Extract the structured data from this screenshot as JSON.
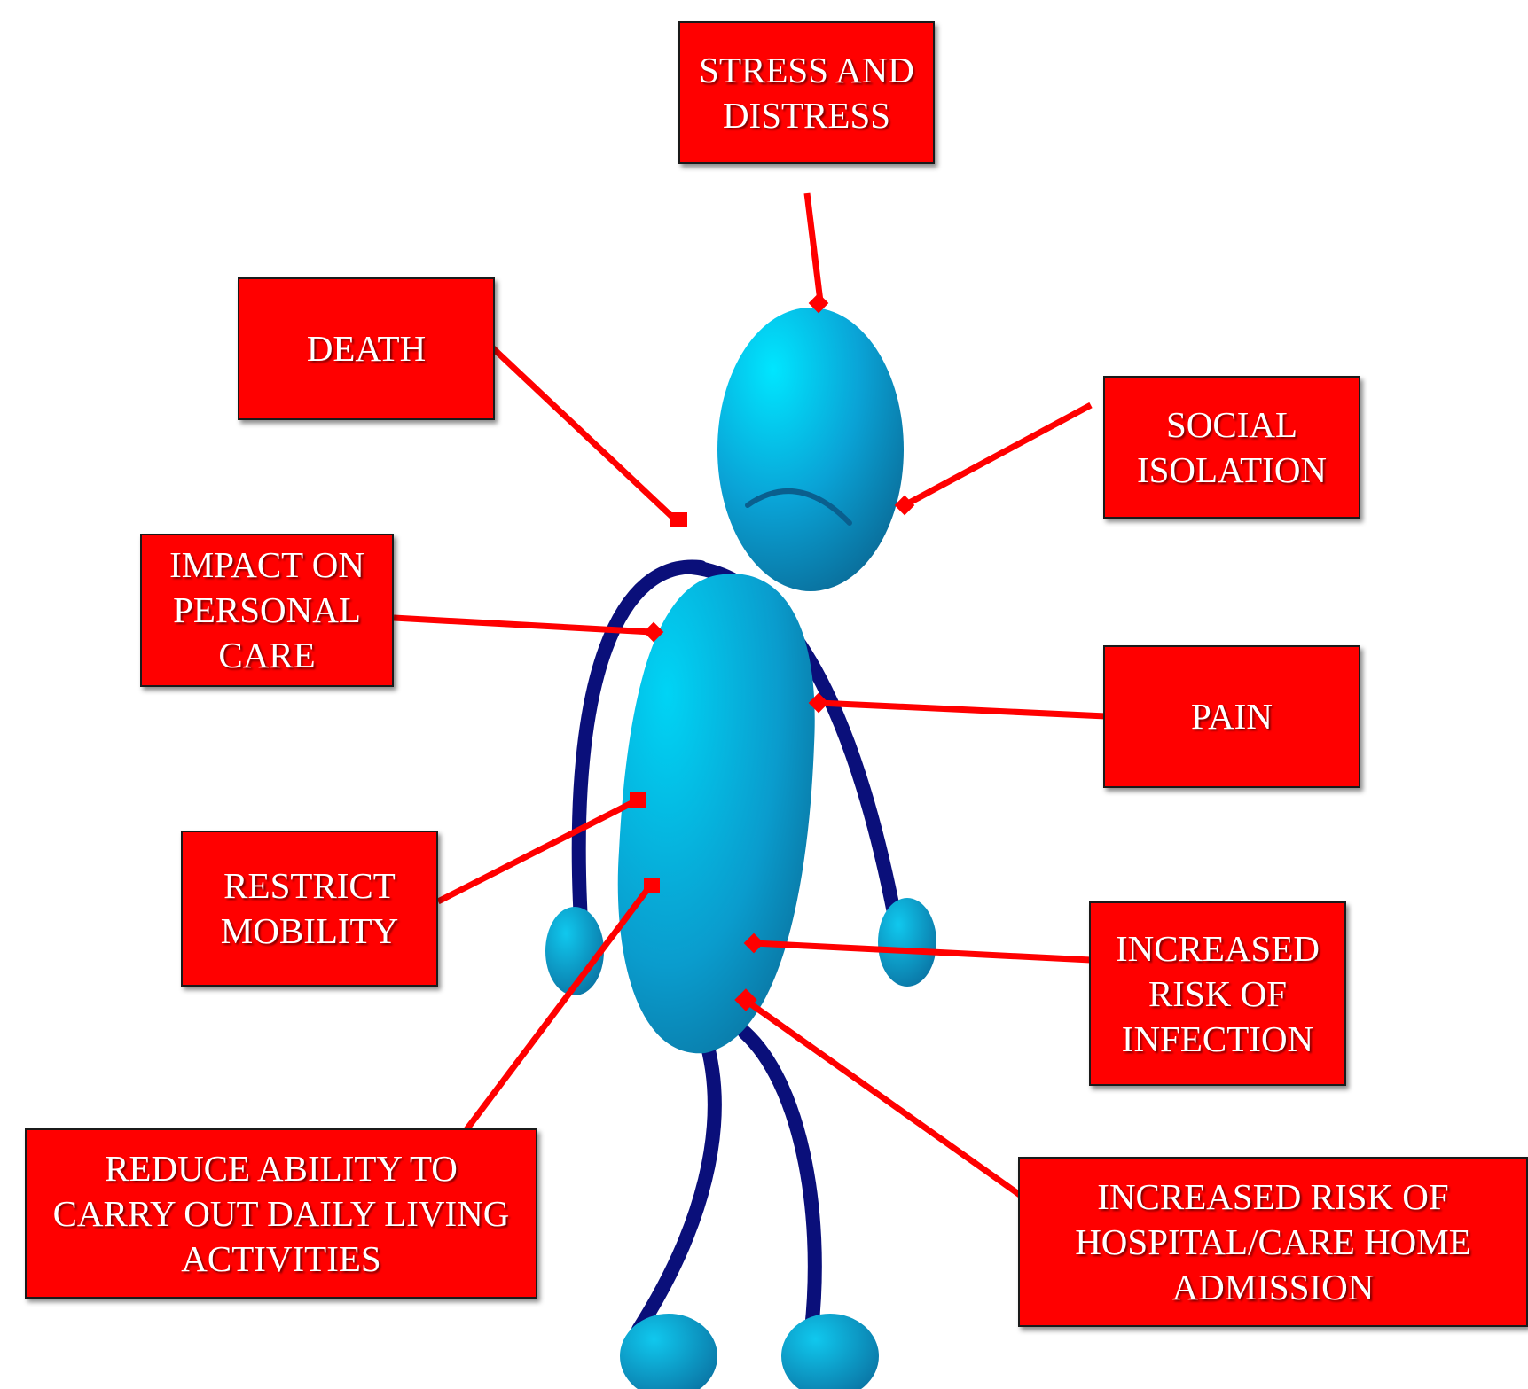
{
  "diagram": {
    "labels": {
      "stress": "STRESS AND\nDISTRESS",
      "death": "DEATH",
      "social": "SOCIAL\nISOLATION",
      "personal_care": "IMPACT ON\nPERSONAL\nCARE",
      "pain": "PAIN",
      "mobility": "RESTRICT\nMOBILITY",
      "infection": "INCREASED\nRISK OF\nINFECTION",
      "daily_living": "REDUCE ABILITY TO\nCARRY OUT DAILY LIVING\nACTIVITIES",
      "admission": "INCREASED RISK OF\nHOSPITAL/CARE HOME\nADMISSION"
    },
    "colors": {
      "box_fill": "#ff0000",
      "box_border": "#1a1a1a",
      "box_text": "#ffffff",
      "connector": "#ff0000",
      "figure_body": "#1a9fd0",
      "figure_limbs": "#0a0f7a",
      "background": "#ffffff"
    }
  }
}
